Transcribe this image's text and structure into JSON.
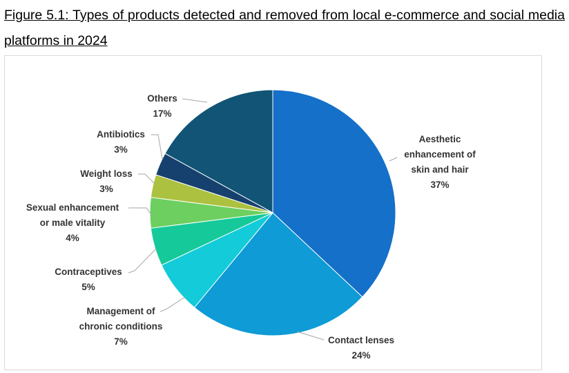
{
  "figure": {
    "caption": "Figure 5.1: Types of products detected and removed from local e-commerce and social media platforms in 2024"
  },
  "chart_data": {
    "type": "pie",
    "title": "",
    "slices": [
      {
        "name": "Aesthetic enhancement of skin and hair",
        "label_lines": [
          "Aesthetic",
          "enhancement of",
          "skin and hair"
        ],
        "value": 37,
        "value_label": "37%",
        "color": "#1470c8"
      },
      {
        "name": "Contact lenses",
        "label_lines": [
          "Contact lenses"
        ],
        "value": 24,
        "value_label": "24%",
        "color": "#0e9bd6"
      },
      {
        "name": "Management of chronic conditions",
        "label_lines": [
          "Management of",
          "chronic conditions"
        ],
        "value": 7,
        "value_label": "7%",
        "color": "#13cbd9"
      },
      {
        "name": "Contraceptives",
        "label_lines": [
          "Contraceptives"
        ],
        "value": 5,
        "value_label": "5%",
        "color": "#16c99a"
      },
      {
        "name": "Sexual enhancement or male vitality",
        "label_lines": [
          "Sexual enhancement",
          "or male vitality"
        ],
        "value": 4,
        "value_label": "4%",
        "color": "#6ccf5f"
      },
      {
        "name": "Weight loss",
        "label_lines": [
          "Weight loss"
        ],
        "value": 3,
        "value_label": "3%",
        "color": "#abc13f"
      },
      {
        "name": "Antibiotics",
        "label_lines": [
          "Antibiotics"
        ],
        "value": 3,
        "value_label": "3%",
        "color": "#16406e"
      },
      {
        "name": "Others",
        "label_lines": [
          "Others"
        ],
        "value": 17,
        "value_label": "17%",
        "color": "#115475"
      }
    ],
    "start": "12 o'clock",
    "direction": "clockwise",
    "legend": "none",
    "label_style": "outside with leader lines"
  }
}
